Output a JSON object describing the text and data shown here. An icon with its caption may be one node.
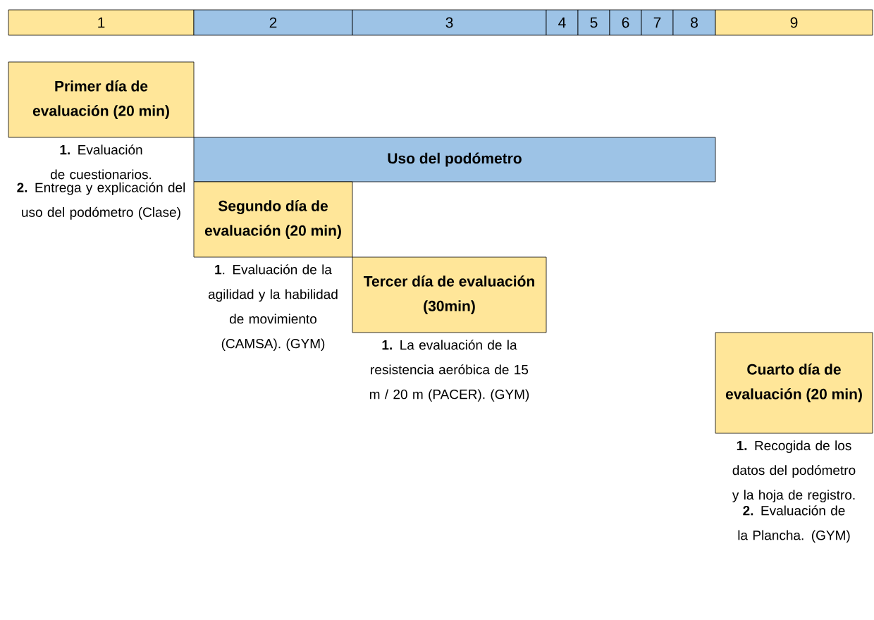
{
  "diagram": {
    "nodes": [
      {
        "text": [
          "1"
        ]
      },
      {
        "text": [
          "2"
        ]
      },
      {
        "text": [
          "3"
        ]
      },
      {
        "text": [
          "4"
        ]
      },
      {
        "text": [
          "5"
        ]
      },
      {
        "text": [
          "6"
        ]
      },
      {
        "text": [
          "7"
        ]
      },
      {
        "text": [
          "8"
        ]
      },
      {
        "text": [
          "9"
        ]
      },
      {
        "text": [
          "Primer día de evaluación (20 min)"
        ],
        "beside": [
          "**1.** Evaluación de cuestionarios.",
          "**2.** Entrega y explicación del uso del podómetro (Clase)"
        ]
      },
      {
        "text": [
          "Uso del podómetro"
        ]
      },
      {
        "text": [
          "Segundo día de evaluación (20 min)"
        ],
        "beside": [
          "**1**. Evaluación de la agilidad y la habilidad de movimiento (CAMSA). (GYM)"
        ]
      },
      {
        "text": [
          "Tercer día de evaluación (30min)"
        ],
        "beside": [
          "**1.** La evaluación de la resistencia aeróbica de 15 m / 20 m (PACER). (GYM)"
        ]
      },
      {
        "text": [
          "Cuarto día de evaluación (20 min)"
        ],
        "beside": [
          "**1.** Recogida de los datos del podómetro y la hoja de registro.",
          "**2.** Evaluación de la Plancha. (GYM)"
        ]
      }
    ]
  }
}
